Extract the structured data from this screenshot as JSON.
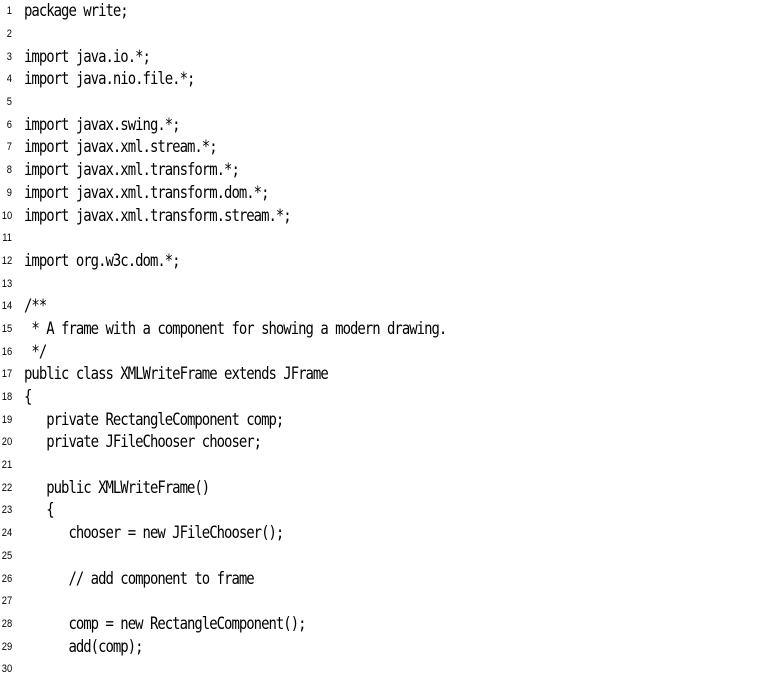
{
  "code": {
    "lines": [
      {
        "number": "1",
        "text": "package write;"
      },
      {
        "number": "2",
        "text": ""
      },
      {
        "number": "3",
        "text": "import java.io.*;"
      },
      {
        "number": "4",
        "text": "import java.nio.file.*;"
      },
      {
        "number": "5",
        "text": ""
      },
      {
        "number": "6",
        "text": "import javax.swing.*;"
      },
      {
        "number": "7",
        "text": "import javax.xml.stream.*;"
      },
      {
        "number": "8",
        "text": "import javax.xml.transform.*;"
      },
      {
        "number": "9",
        "text": "import javax.xml.transform.dom.*;"
      },
      {
        "number": "10",
        "text": "import javax.xml.transform.stream.*;"
      },
      {
        "number": "11",
        "text": ""
      },
      {
        "number": "12",
        "text": "import org.w3c.dom.*;"
      },
      {
        "number": "13",
        "text": ""
      },
      {
        "number": "14",
        "text": "/**"
      },
      {
        "number": "15",
        "text": " * A frame with a component for showing a modern drawing."
      },
      {
        "number": "16",
        "text": " */"
      },
      {
        "number": "17",
        "text": "public class XMLWriteFrame extends JFrame"
      },
      {
        "number": "18",
        "text": "{"
      },
      {
        "number": "19",
        "text": "   private RectangleComponent comp;"
      },
      {
        "number": "20",
        "text": "   private JFileChooser chooser;"
      },
      {
        "number": "21",
        "text": ""
      },
      {
        "number": "22",
        "text": "   public XMLWriteFrame()"
      },
      {
        "number": "23",
        "text": "   {"
      },
      {
        "number": "24",
        "text": "      chooser = new JFileChooser();"
      },
      {
        "number": "25",
        "text": ""
      },
      {
        "number": "26",
        "text": "      // add component to frame"
      },
      {
        "number": "27",
        "text": ""
      },
      {
        "number": "28",
        "text": "      comp = new RectangleComponent();"
      },
      {
        "number": "29",
        "text": "      add(comp);"
      },
      {
        "number": "30",
        "text": ""
      }
    ]
  }
}
